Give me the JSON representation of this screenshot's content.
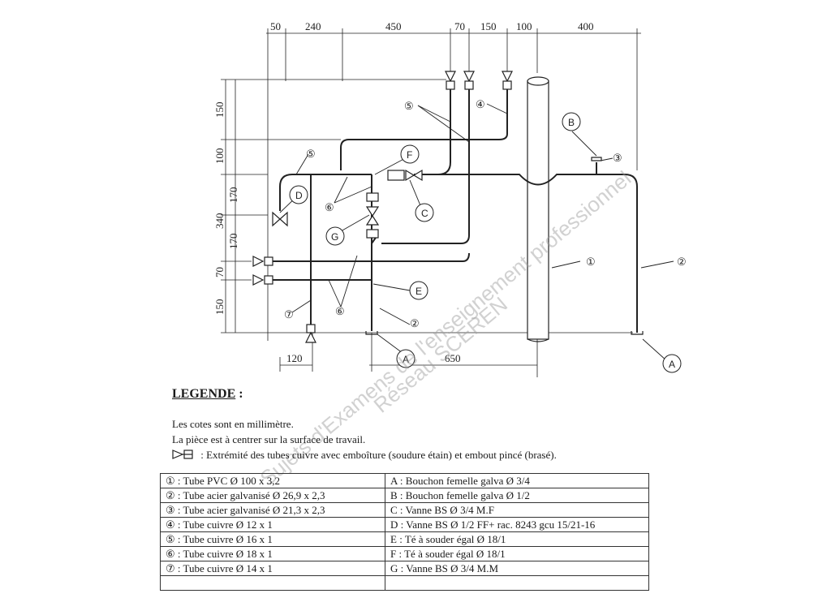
{
  "dimensions": {
    "top": [
      "50",
      "240",
      "450",
      "70",
      "150",
      "100",
      "400"
    ],
    "left": [
      "150",
      "100",
      "170",
      "340",
      "170",
      "70",
      "150"
    ],
    "bottom": [
      "120",
      "650"
    ]
  },
  "callouts": {
    "n1": "①",
    "n2": "②",
    "n3": "③",
    "n4": "④",
    "n5": "⑤",
    "n6": "⑥",
    "n7": "⑦",
    "A": "A",
    "B": "B",
    "C": "C",
    "D": "D",
    "E": "E",
    "F": "F",
    "G": "G"
  },
  "watermark": {
    "line1": "Sujets d'Examens de l'enseignement professionnel",
    "line2": "Réseau SCEREN"
  },
  "legend": {
    "title": "LEGENDE",
    "title_suffix": " :",
    "note_units": "Les cotes sont en millimètre.",
    "note_center": "La pièce est à centrer sur la surface de travail.",
    "note_ext": ": Extrémité des tubes cuivre avec emboîture (soudure étain) et embout pincé (brasé).",
    "rows": [
      {
        "left": "① : Tube PVC Ø 100 x 3,2",
        "right": "A : Bouchon femelle galva Ø 3/4"
      },
      {
        "left": "② : Tube acier galvanisé Ø 26,9 x 2,3",
        "right": "B : Bouchon femelle galva Ø 1/2"
      },
      {
        "left": "③ : Tube acier galvanisé Ø 21,3 x 2,3",
        "right": "C : Vanne BS Ø 3/4 M.F"
      },
      {
        "left": "④ : Tube cuivre Ø 12 x 1",
        "right": "D : Vanne BS Ø 1/2 FF+ rac. 8243 gcu 15/21-16"
      },
      {
        "left": "⑤ : Tube cuivre Ø 16 x 1",
        "right": "E : Té à souder égal Ø 18/1"
      },
      {
        "left": "⑥ : Tube cuivre Ø 18 x 1",
        "right": "F : Té à souder égal Ø 18/1"
      },
      {
        "left": "⑦ : Tube cuivre Ø 14 x 1",
        "right": "G : Vanne BS Ø 3/4 M.M"
      },
      {
        "left": "",
        "right": ""
      }
    ]
  }
}
